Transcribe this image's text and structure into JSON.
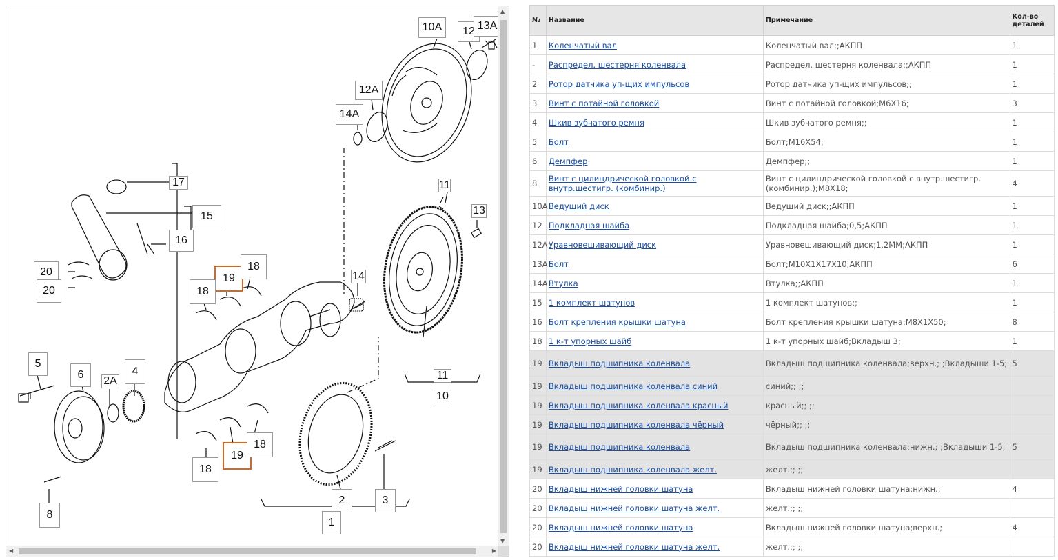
{
  "diagram": {
    "callouts": [
      "10A",
      "12",
      "13A",
      "12A",
      "14A",
      "11",
      "13",
      "17",
      "15",
      "16",
      "20",
      "20",
      "19",
      "18",
      "18",
      "14",
      "5",
      "6",
      "2A",
      "4",
      "11",
      "10",
      "19",
      "18",
      "18",
      "2",
      "3",
      "8",
      "1"
    ]
  },
  "table": {
    "headers": {
      "no": "№",
      "name": "Название",
      "note": "Примечание",
      "qty": "Кол-во деталей"
    },
    "rows": [
      {
        "no": "1",
        "name": "Коленчатый вал",
        "note": "Коленчатый вал;;АКПП",
        "qty": "1",
        "grey": false
      },
      {
        "no": "-",
        "name": "Распредел. шестерня коленвала",
        "note": "Распредел. шестерня коленвала;;АКПП",
        "qty": "1",
        "grey": false
      },
      {
        "no": "2",
        "name": "Ротор датчика уп-щих импульсов",
        "note": "Ротор датчика уп-щих импульсов;;",
        "qty": "1",
        "grey": false
      },
      {
        "no": "3",
        "name": "Винт с потайной головкой",
        "note": "Винт с потайной головкой;M6X16;",
        "qty": "3",
        "grey": false
      },
      {
        "no": "4",
        "name": "Шкив зубчатого ремня",
        "note": "Шкив зубчатого ремня;;",
        "qty": "1",
        "grey": false
      },
      {
        "no": "5",
        "name": "Болт",
        "note": "Болт;M16X54;",
        "qty": "1",
        "grey": false
      },
      {
        "no": "6",
        "name": "Демпфер",
        "note": "Демпфер;;",
        "qty": "1",
        "grey": false
      },
      {
        "no": "8",
        "name": "Винт с цилиндрической головкой с внутр.шестигр. (комбинир.)",
        "note": "Винт с цилиндрической головкой с внутр.шестигр. (комбинир.);M8X18;",
        "qty": "4",
        "grey": false
      },
      {
        "no": "10A",
        "name": "Ведущий диск",
        "note": "Ведущий диск;;АКПП",
        "qty": "1",
        "grey": false
      },
      {
        "no": "12",
        "name": "Подкладная шайба",
        "note": "Подкладная шайба;0,5;АКПП",
        "qty": "1",
        "grey": false
      },
      {
        "no": "12A",
        "name": "Уравновешивающий диск",
        "note": "Уравновешивающий диск;1,2MM;АКПП",
        "qty": "1",
        "grey": false
      },
      {
        "no": "13A",
        "name": "Болт",
        "note": "Болт;M10X1X17X10;АКПП",
        "qty": "6",
        "grey": false
      },
      {
        "no": "14A",
        "name": "Втулка",
        "note": "Втулка;;АКПП",
        "qty": "1",
        "grey": false
      },
      {
        "no": "15",
        "name": "1 комплект шатунов",
        "note": "1 комплект шатунов;;",
        "qty": "1",
        "grey": false
      },
      {
        "no": "16",
        "name": "Болт крепления крышки шатуна",
        "note": "Болт крепления крышки шатуна;M8X1X50;",
        "qty": "8",
        "grey": false
      },
      {
        "no": "18",
        "name": "1 к-т упорных шайб",
        "note": "1 к-т упорных шайб;Вкладыш 3;",
        "qty": "1",
        "grey": false
      },
      {
        "no": "19",
        "name": "Вкладыш подшипника коленвала",
        "note": "Вкладыш подшипника коленвала;верхн.; ;Вкладыши 1-5;",
        "qty": "5",
        "grey": true
      },
      {
        "no": "19",
        "name": "Вкладыш подшипника коленвала синий",
        "note": "синий;; ;;",
        "qty": "",
        "grey": true
      },
      {
        "no": "19",
        "name": "Вкладыш подшипника коленвала красный",
        "note": "красный;; ;;",
        "qty": "",
        "grey": true
      },
      {
        "no": "19",
        "name": "Вкладыш подшипника коленвала чёрный",
        "note": "чёрный;; ;;",
        "qty": "",
        "grey": true
      },
      {
        "no": "19",
        "name": "Вкладыш подшипника коленвала",
        "note": "Вкладыш подшипника коленвала;нижн.; ;Вкладыши 1-5;",
        "qty": "5",
        "grey": true
      },
      {
        "no": "19",
        "name": "Вкладыш подшипника коленвала желт.",
        "note": "желт.;; ;;",
        "qty": "",
        "grey": true
      },
      {
        "no": "20",
        "name": "Вкладыш нижней головки шатуна",
        "note": "Вкладыш нижней головки шатуна;нижн.;",
        "qty": "4",
        "grey": false
      },
      {
        "no": "20",
        "name": "Вкладыш нижней головки шатуна желт.",
        "note": "желт.;; ;;",
        "qty": "",
        "grey": false
      },
      {
        "no": "20",
        "name": "Вкладыш нижней головки шатуна",
        "note": "Вкладыш нижней головки шатуна;верхн.;",
        "qty": "4",
        "grey": false
      },
      {
        "no": "20",
        "name": "Вкладыш нижней головки шатуна желт.",
        "note": "желт.;; ;;",
        "qty": "",
        "grey": false
      }
    ]
  },
  "colors": {
    "highlight": "#d2691e",
    "link": "#1a4fa3",
    "grey_row": "#e3e3e3"
  }
}
